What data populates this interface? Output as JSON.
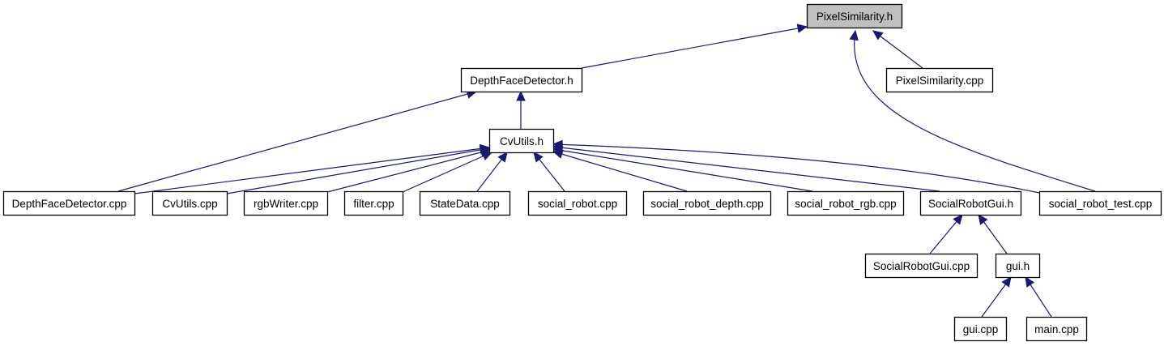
{
  "diagram": {
    "colors": {
      "edge": "#191970",
      "node_fill": "#ffffff",
      "highlight_fill": "#bfbfbf",
      "border": "#000000"
    },
    "nodes": [
      {
        "id": "pixelsim_h",
        "label": "PixelSimilarity.h",
        "highlight": true
      },
      {
        "id": "depthface_h",
        "label": "DepthFaceDetector.h"
      },
      {
        "id": "pixelsim_cpp",
        "label": "PixelSimilarity.cpp"
      },
      {
        "id": "cvutils_h",
        "label": "CvUtils.h"
      },
      {
        "id": "depthface_cpp",
        "label": "DepthFaceDetector.cpp"
      },
      {
        "id": "cvutils_cpp",
        "label": "CvUtils.cpp"
      },
      {
        "id": "rgbwriter_cpp",
        "label": "rgbWriter.cpp"
      },
      {
        "id": "filter_cpp",
        "label": "filter.cpp"
      },
      {
        "id": "statedata_cpp",
        "label": "StateData.cpp"
      },
      {
        "id": "social_robot_cpp",
        "label": "social_robot.cpp"
      },
      {
        "id": "social_robot_depth_cpp",
        "label": "social_robot_depth.cpp"
      },
      {
        "id": "social_robot_rgb_cpp",
        "label": "social_robot_rgb.cpp"
      },
      {
        "id": "socialrobotgui_h",
        "label": "SocialRobotGui.h"
      },
      {
        "id": "social_robot_test_cpp",
        "label": "social_robot_test.cpp"
      },
      {
        "id": "socialrobotgui_cpp",
        "label": "SocialRobotGui.cpp"
      },
      {
        "id": "gui_h",
        "label": "gui.h"
      },
      {
        "id": "gui_cpp",
        "label": "gui.cpp"
      },
      {
        "id": "main_cpp",
        "label": "main.cpp"
      }
    ],
    "edges": [
      {
        "from": "depthface_h",
        "to": "pixelsim_h"
      },
      {
        "from": "pixelsim_cpp",
        "to": "pixelsim_h"
      },
      {
        "from": "social_robot_test_cpp",
        "to": "pixelsim_h"
      },
      {
        "from": "cvutils_h",
        "to": "depthface_h"
      },
      {
        "from": "depthface_cpp",
        "to": "depthface_h"
      },
      {
        "from": "depthface_cpp",
        "to": "cvutils_h"
      },
      {
        "from": "cvutils_cpp",
        "to": "cvutils_h"
      },
      {
        "from": "rgbwriter_cpp",
        "to": "cvutils_h"
      },
      {
        "from": "filter_cpp",
        "to": "cvutils_h"
      },
      {
        "from": "statedata_cpp",
        "to": "cvutils_h"
      },
      {
        "from": "social_robot_cpp",
        "to": "cvutils_h"
      },
      {
        "from": "social_robot_depth_cpp",
        "to": "cvutils_h"
      },
      {
        "from": "social_robot_rgb_cpp",
        "to": "cvutils_h"
      },
      {
        "from": "socialrobotgui_h",
        "to": "cvutils_h"
      },
      {
        "from": "social_robot_test_cpp",
        "to": "cvutils_h"
      },
      {
        "from": "socialrobotgui_cpp",
        "to": "socialrobotgui_h"
      },
      {
        "from": "gui_h",
        "to": "socialrobotgui_h"
      },
      {
        "from": "gui_cpp",
        "to": "gui_h"
      },
      {
        "from": "main_cpp",
        "to": "gui_h"
      }
    ]
  }
}
